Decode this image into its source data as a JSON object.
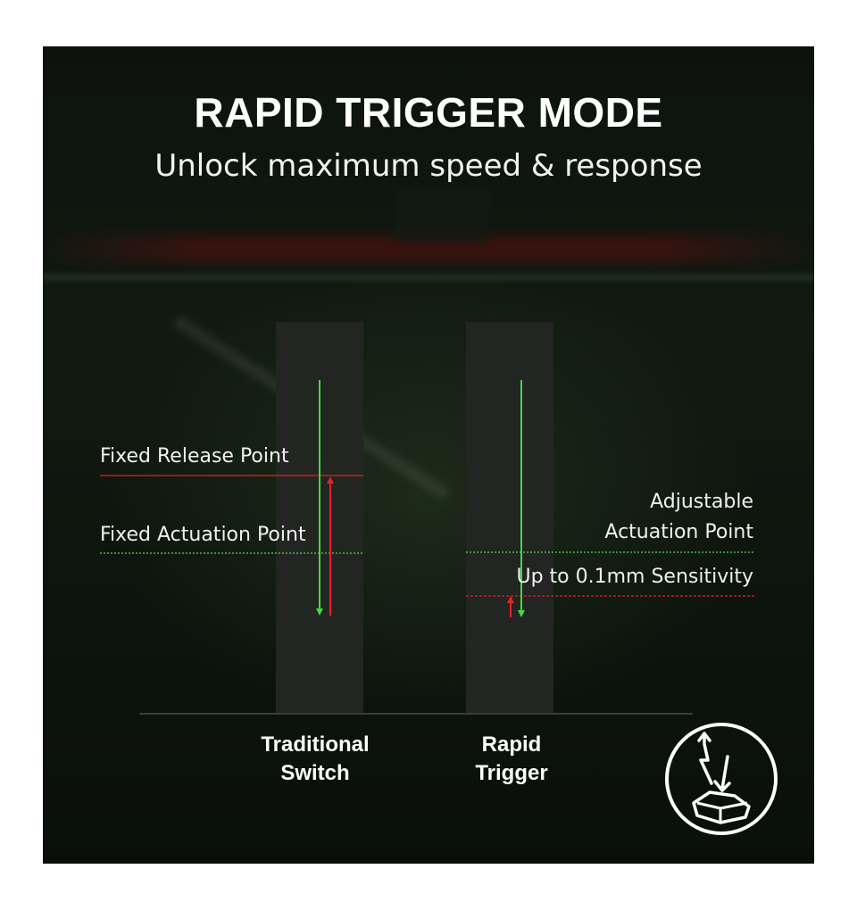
{
  "header": {
    "title": "RAPID TRIGGER MODE",
    "subtitle": "Unlock maximum speed & response"
  },
  "traditional": {
    "release_label": "Fixed Release Point",
    "actuation_label": "Fixed Actuation Point",
    "column_label_line1": "Traditional",
    "column_label_line2": "Switch"
  },
  "rapid": {
    "actuation_label_line1": "Adjustable",
    "actuation_label_line2": "Actuation Point",
    "sensitivity_label": "Up to 0.1mm Sensitivity",
    "column_label_line1": "Rapid",
    "column_label_line2": "Trigger"
  },
  "badge": {
    "icon": "rapid-trigger-keycap-icon"
  },
  "colors": {
    "press_arrow": "#3ddc3d",
    "release_arrow": "#e02626",
    "release_line": "#c41f1f",
    "actuation_line": "#3fbf3f",
    "column": "#232523"
  }
}
